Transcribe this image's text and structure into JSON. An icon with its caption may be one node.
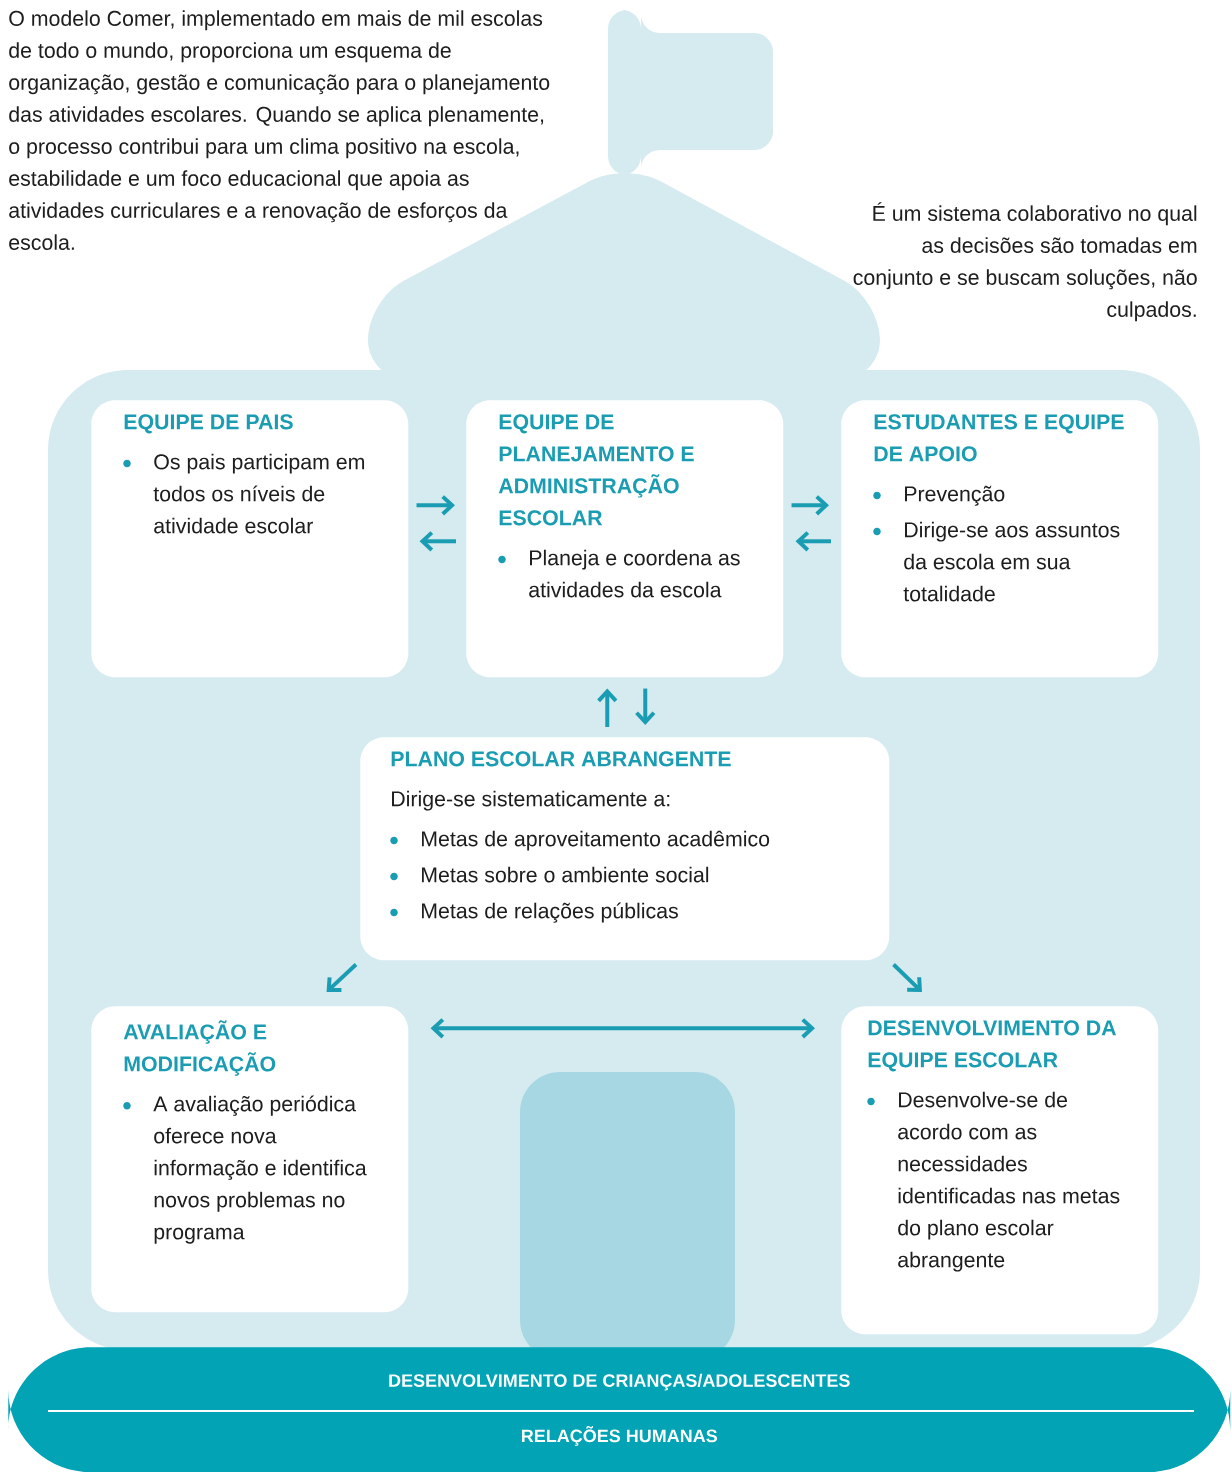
{
  "diagram": {
    "nodes": [
      {
        "text": [
          "EQUIPE DE PAIS",
          "Os pais participam em todos os níveis de atividade escolar"
        ]
      },
      {
        "text": [
          "EQUIPE DE PLANEJAMENTO E ADMINISTRAÇÃO ESCOLAR",
          "Planeja e coordena as atividades da escola"
        ]
      },
      {
        "text": [
          "ESTUDANTES E EQUIPE DE APOIO",
          "Prevenção",
          "Dirige-se aos assuntos da escola em sua totalidade"
        ]
      },
      {
        "text": [
          "PLANO ESCOLAR ABRANGENTE",
          "Dirige-se sistematicamente a:",
          "Metas de aproveitamento acadêmico",
          "Metas sobre o ambiente social",
          "Metas de relações públicas"
        ]
      },
      {
        "text": [
          "AVALIAÇÃO E MODIFICAÇÃO",
          "A avaliação periódica oferece nova informação e identifica novos problemas no programa"
        ]
      },
      {
        "text": [
          "DESENVOLVIMENTO DA EQUIPE ESCOLAR",
          "Desenvolve-se de acordo com as necessidades identificadas nas metas do plano escolar abrangente"
        ]
      },
      {
        "text": [
          "DESENVOLVIMENTO DE CRIANÇAS/ADOLESCENTES",
          "RELAÇÕES HUMANAS"
        ]
      }
    ],
    "edges": [
      {
        "from": 0,
        "to": 1,
        "arrow": "to"
      },
      {
        "from": 1,
        "to": 0,
        "arrow": "to"
      },
      {
        "from": 1,
        "to": 2,
        "arrow": "to"
      },
      {
        "from": 2,
        "to": 1,
        "arrow": "to"
      },
      {
        "from": 3,
        "to": 1,
        "arrow": "to"
      },
      {
        "from": 1,
        "to": 3,
        "arrow": "to"
      },
      {
        "from": 3,
        "to": 4,
        "arrow": "to"
      },
      {
        "from": 3,
        "to": 5,
        "arrow": "to"
      },
      {
        "from": 4,
        "to": 5,
        "arrow": "both"
      }
    ],
    "labels": [
      "O modelo Comer, implementado em mais de mil escolas de todo o mundo, proporciona um esquema de organização, gestão e comunicação para o planejamento das atividades escolares. Quando se aplica plenamente, o processo contribui para um clima positivo na escola, estabilidade e um foco educacional que apoia as atividades curriculares e a renovação de esforços da escola.",
      "É um sistema colaborativo no qual as decisões são tomadas em conjunto e se buscam soluções, não culpados."
    ]
  }
}
